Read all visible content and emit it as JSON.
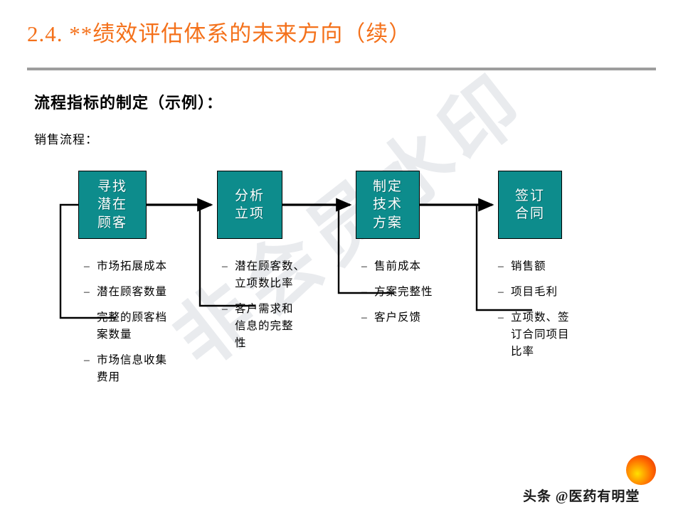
{
  "slide": {
    "title": "2.4.  **绩效评估体系的未来方向（续）",
    "title_color": "#f4711b",
    "rule_color": "#9d9d9d",
    "section_heading": "流程指标的制定（示例）：",
    "process_label": "销售流程："
  },
  "diagram": {
    "box_fill": "#0d8c8c",
    "box_text_color": "#ffffff",
    "connector_color": "#000000",
    "steps": [
      {
        "id": "step-find-prospects",
        "lines": [
          "寻找",
          "潜在",
          "顾客"
        ],
        "metrics": [
          "市场拓展成本",
          "潜在顾客数量",
          "完整的顾客档\n案数量",
          "市场信息收集\n费用"
        ]
      },
      {
        "id": "step-analyze-project",
        "lines": [
          "分析",
          "立项"
        ],
        "metrics": [
          "潜在顾客数、\n立项数比率",
          "客户需求和\n信息的完整\n性"
        ]
      },
      {
        "id": "step-tech-proposal",
        "lines": [
          "制定",
          "技术",
          "方案"
        ],
        "metrics": [
          "售前成本",
          "方案完整性",
          "客户反馈"
        ]
      },
      {
        "id": "step-sign-contract",
        "lines": [
          "签订",
          "合同"
        ],
        "metrics": [
          "销售额",
          "项目毛利",
          "立项数、签\n订合同项目\n比率"
        ]
      }
    ],
    "bullet_dash": "–"
  },
  "watermark": {
    "diagonal_text": "非会员水印",
    "color": "#e9ebee"
  },
  "footer": {
    "brand_text": "头条 @医药有明堂",
    "orb_icon": "orange-sphere-logo"
  }
}
